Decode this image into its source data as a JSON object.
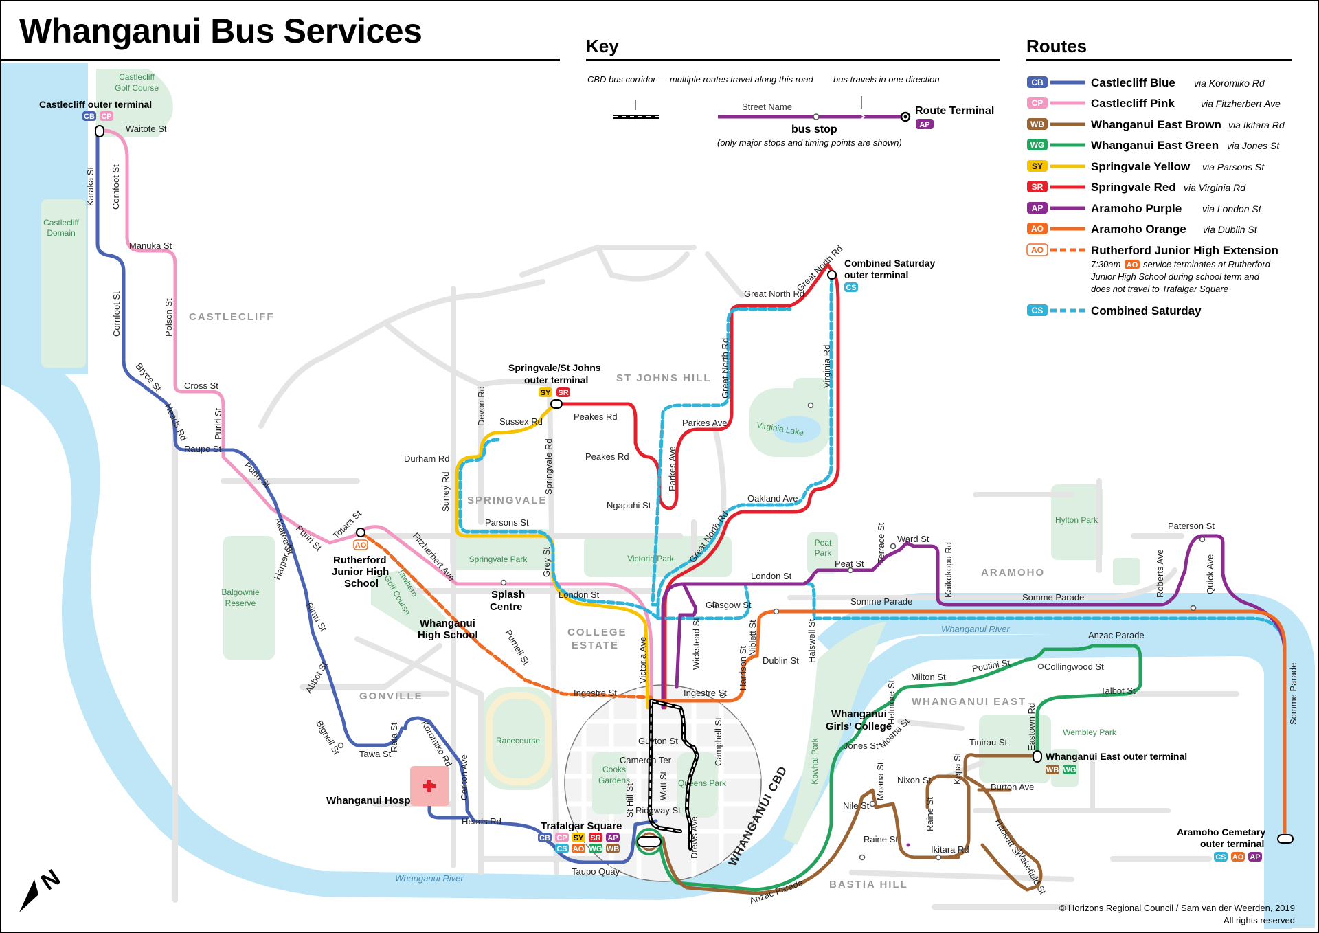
{
  "title": "Whanganui Bus Services",
  "key": {
    "heading": "Key",
    "corridor_note": "CBD bus corridor — multiple routes travel along this road",
    "street_name": "Street Name",
    "one_direction_note": "bus travels in one direction",
    "route_terminal": "Route Terminal",
    "terminal_badge": "AP",
    "bus_stop": "bus stop",
    "stops_note": "(only major stops and timing points are shown)"
  },
  "routes": {
    "heading": "Routes",
    "items": [
      {
        "code": "CB",
        "name": "Castlecliff Blue",
        "via": "via Koromiko Rd",
        "color": "#4a63b2"
      },
      {
        "code": "CP",
        "name": "Castlecliff Pink",
        "via": "via Fitzherbert Ave",
        "color": "#f197c1"
      },
      {
        "code": "WB",
        "name": "Whanganui East Brown",
        "via": "via Ikitara Rd",
        "color": "#9a6434"
      },
      {
        "code": "WG",
        "name": "Whanganui East Green",
        "via": "via Jones St",
        "color": "#24a35e"
      },
      {
        "code": "SY",
        "name": "Springvale Yellow",
        "via": "via Parsons St",
        "color": "#f5c300"
      },
      {
        "code": "SR",
        "name": "Springvale Red",
        "via": "via Virginia Rd",
        "color": "#e3202b"
      },
      {
        "code": "AP",
        "name": "Aramoho Purple",
        "via": "via London St",
        "color": "#8b2a8f"
      },
      {
        "code": "AO",
        "name": "Aramoho Orange",
        "via": "via Dublin St",
        "color": "#ef6a22"
      },
      {
        "code": "AO",
        "name": "Rutherford Junior High Extension",
        "via": "",
        "color": "#ef6a22"
      },
      {
        "code": "CS",
        "name": "Combined Saturday",
        "via": "",
        "color": "#2fb3d8"
      }
    ],
    "extension_note_time": "7:30am",
    "extension_note_code": "AO",
    "extension_note_line1": "service terminates at Rutherford",
    "extension_note_line2": "Junior High School during school term and",
    "extension_note_line3": "does not travel to Trafalgar Square"
  },
  "map": {
    "areas": [
      "CASTLECLIFF",
      "ST JOHNS HILL",
      "SPRINGVALE",
      "COLLEGE",
      "ESTATE",
      "GONVILLE",
      "ARAMOHO",
      "WHANGANUI EAST",
      "BASTIA HILL"
    ],
    "parks": [
      "Castlecliff",
      "Golf Course",
      "Castlecliff",
      "Domain",
      "Balgownie",
      "Reserve",
      "Tawhero",
      "Golf Course",
      "Springvale Park",
      "Victoria Park",
      "Racecourse",
      "Cooks",
      "Gardens",
      "Queens Park",
      "Virginia Lake",
      "Peat",
      "Park",
      "Hylton Park",
      "Wembley Park",
      "Kowhai Park"
    ],
    "water": [
      "Whanganui River",
      "Whanganui River"
    ],
    "cbd_label": "WHANGANUI CBD",
    "terminals": {
      "castlecliff": "Castlecliff outer terminal",
      "springvale_1": "Springvale/St Johns",
      "springvale_2": "outer terminal",
      "combined_1": "Combined Saturday",
      "combined_2": "outer terminal",
      "east": "Whanganui East outer terminal",
      "cemetery_1": "Aramoho Cemetary",
      "cemetery_2": "outer terminal"
    },
    "stops": {
      "rutherford_1": "Rutherford",
      "rutherford_2": "Junior High",
      "rutherford_3": "School",
      "whs_1": "Whanganui",
      "whs_2": "High School",
      "splash_1": "Splash",
      "splash_2": "Centre",
      "hospital": "Whanganui Hospital",
      "trafalgar": "Trafalgar Square",
      "wgc_1": "Whanganui",
      "wgc_2": "Girls' College"
    },
    "streets": [
      "Waitote St",
      "Karaka St",
      "Cornfoot St",
      "Manuka St",
      "Cornfoot St",
      "Polson St",
      "Bryce St",
      "Heads Rd",
      "Cross St",
      "Raupo St",
      "Puriri St",
      "Puriri St",
      "Puriri St",
      "Akatea St",
      "Harper St",
      "Totara St",
      "Fitzherbert Ave",
      "Rimu St",
      "Abbot St",
      "Bignell St",
      "Tawa St",
      "Rata St",
      "Koromiko Rd",
      "Carlton Ave",
      "Heads Rd",
      "Durham Rd",
      "Devon Rd",
      "Sussex Rd",
      "Springvale Rd",
      "Surrey Rd",
      "Parsons St",
      "Grey St",
      "London St",
      "Purnell St",
      "Ingestre St",
      "Ingestre St",
      "Peakes Rd",
      "Peakes Rd",
      "Ngapuhi St",
      "Parkes Ave",
      "Parkes Ave",
      "Great North Rd",
      "Great North Rd",
      "Great North Rd",
      "Virginia Rd",
      "Oakland Ave",
      "Great North Rd",
      "Victoria Ave",
      "Wickstead St",
      "Glasgow St",
      "London St",
      "Niblett St",
      "Halswell St",
      "Peat St",
      "Terrace St",
      "Ward St",
      "Kaikokopu Rd",
      "Somme Parade",
      "Somme Parade",
      "Paterson St",
      "Roberts Ave",
      "Quick Ave",
      "Somme Parade",
      "Dublin St",
      "Harrison St",
      "Anzac Parade",
      "Poutini St",
      "Collingwood St",
      "Milton St",
      "Helmore St",
      "Moana St",
      "Talbot St",
      "Guyton St",
      "Campbell St",
      "Cameron Ter",
      "Watt St",
      "St Hill St",
      "Ridgway St",
      "Drews Ave",
      "Taupo Quay",
      "Anzac Parade",
      "Jones St",
      "Eastown Rd",
      "Tinirau St",
      "Kepa St",
      "Burton Ave",
      "Nixon St",
      "Moana St",
      "Nile St",
      "Raine St",
      "Raine St",
      "Ikitara Rd",
      "Hackett St",
      "Wakefield St"
    ],
    "castlecliff_badges": [
      "CB",
      "CP"
    ],
    "springvale_badges": [
      "SY",
      "SR"
    ],
    "combined_badges": [
      "CS"
    ],
    "rutherford_badges": [
      "AO"
    ],
    "east_badges": [
      "WB",
      "WG"
    ],
    "cemetery_badges": [
      "CS",
      "AO",
      "AP"
    ],
    "trafalgar_badges_row1": [
      "CB",
      "CP",
      "SY",
      "SR",
      "AP"
    ],
    "trafalgar_badges_row2": [
      "CS",
      "AO",
      "WG",
      "WB"
    ]
  },
  "credit_1": "© Horizons Regional Council / Sam van der Weerden, 2019",
  "credit_2": "All rights reserved"
}
